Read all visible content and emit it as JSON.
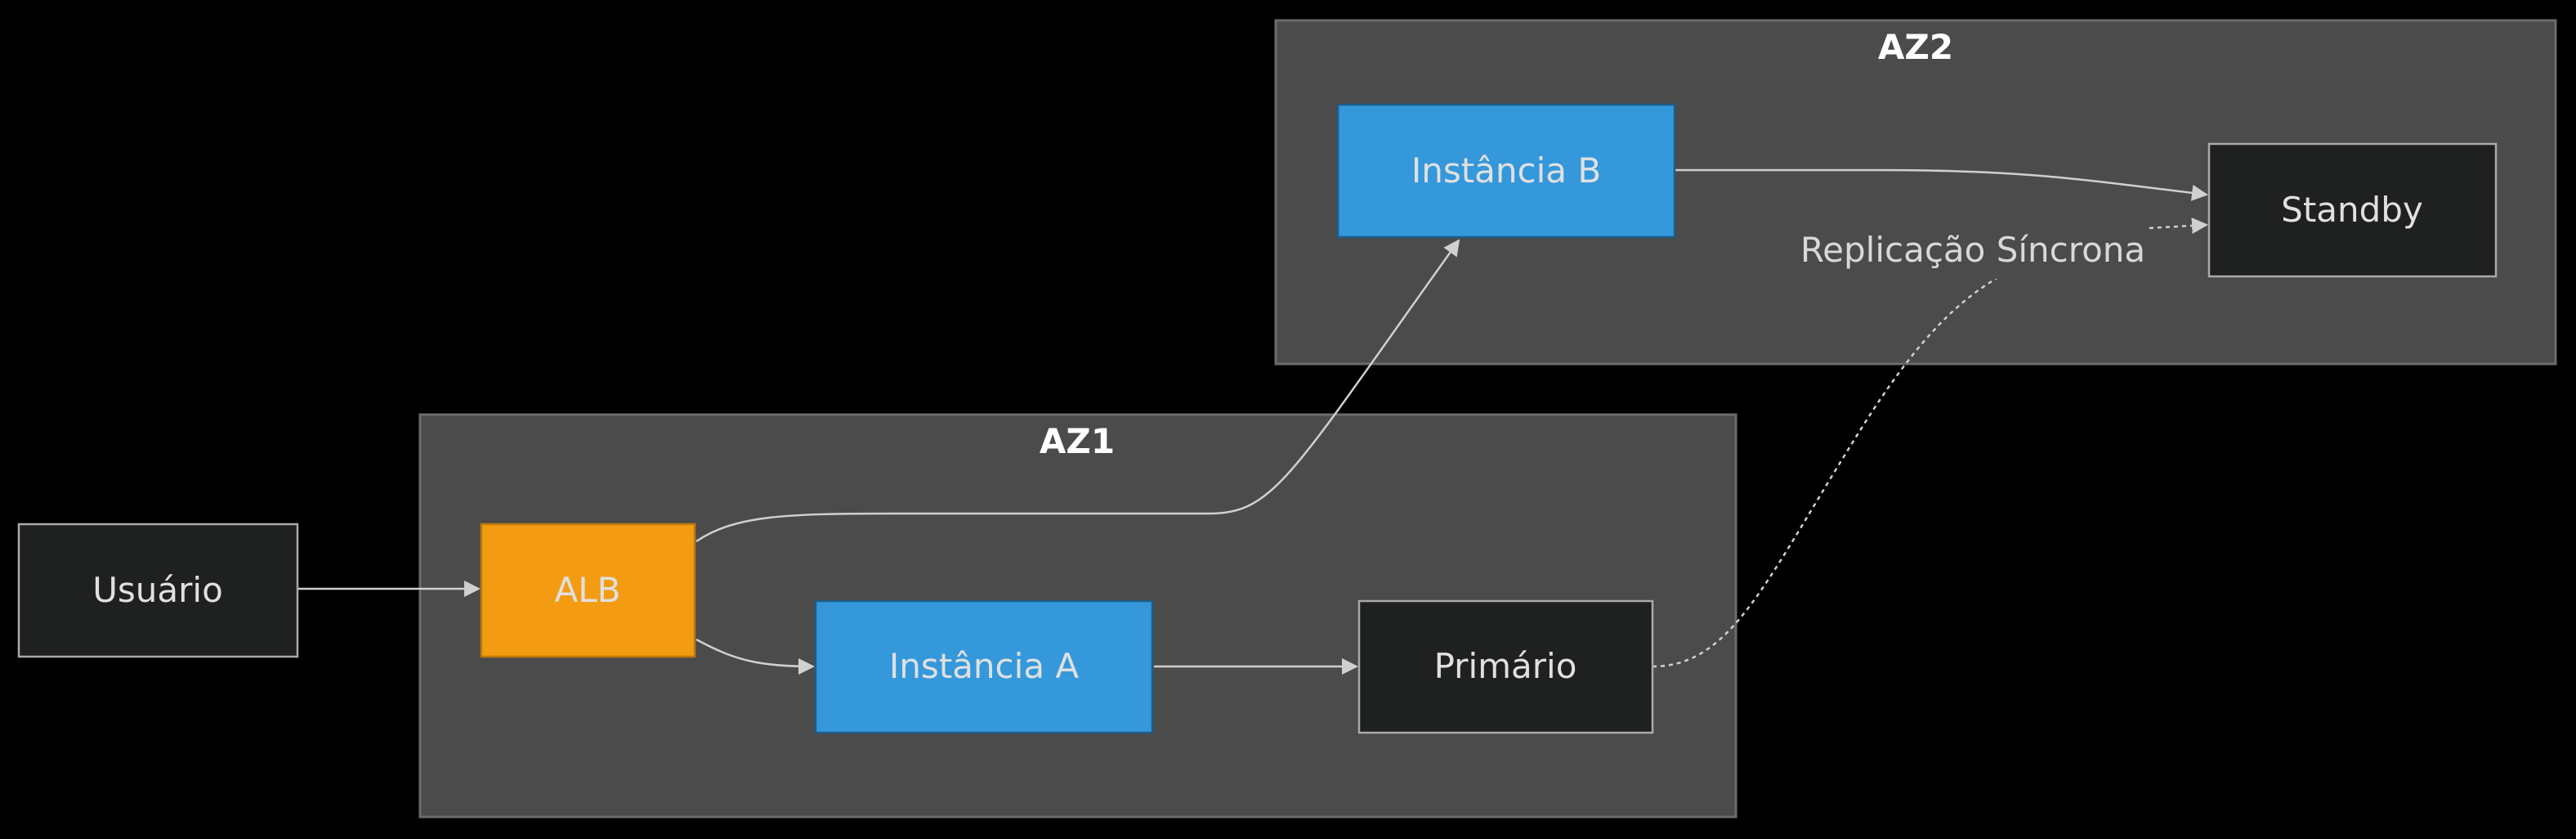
{
  "clusters": {
    "az1": {
      "label": "AZ1"
    },
    "az2": {
      "label": "AZ2"
    }
  },
  "nodes": {
    "usuario": {
      "label": "Usuário"
    },
    "alb": {
      "label": "ALB"
    },
    "instancia_a": {
      "label": "Instância A"
    },
    "instancia_b": {
      "label": "Instância B"
    },
    "primario": {
      "label": "Primário"
    },
    "standby": {
      "label": "Standby"
    }
  },
  "edges": {
    "replicacao": {
      "label": "Replicação Síncrona"
    }
  },
  "colors": {
    "background": "#000000",
    "cluster_fill": "#4a4b4a",
    "cluster_stroke": "#6b6c6b",
    "alb_fill": "#f39c12",
    "instance_fill": "#3498db",
    "dark_node_fill": "#1f2020",
    "edge": "#d0d0d0"
  }
}
